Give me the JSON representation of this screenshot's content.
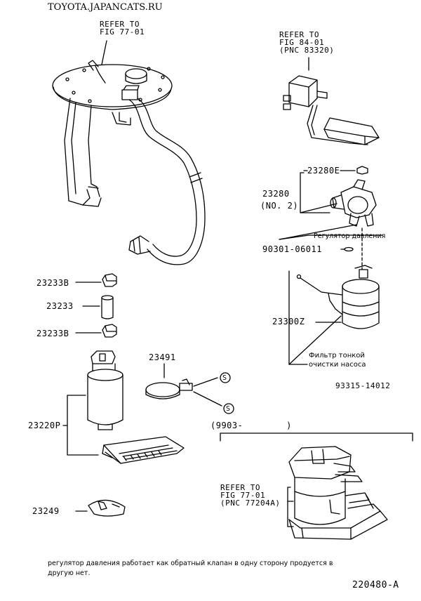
{
  "header": {
    "site": "TOYOTA.JAPANCATS.RU"
  },
  "refs": {
    "fig77_top": [
      "REFER TO",
      "FIG 77-01"
    ],
    "fig84": [
      "REFER TO",
      "FIG 84-01",
      "(PNC 83320)"
    ],
    "fig77_bottom": [
      "REFER TO",
      "FIG 77-01",
      "(PNC 77204A)"
    ]
  },
  "parts": {
    "p23280e": "23280E",
    "p23280": "23280",
    "p23280_no2": "(NO. 2)",
    "p90301": "90301-06011",
    "p23300z": "23300Z",
    "p23233b_top": "23233B",
    "p23233": "23233",
    "p23233b_bottom": "23233B",
    "p23491": "23491",
    "p23220p": "23220P",
    "p23249": "23249",
    "p93315": "93315-14012",
    "s_symbol": "S"
  },
  "notes": {
    "regulator": "Регулятор давления",
    "filter_line1": "Фильтр тонкой",
    "filter_line2": "очистки насоса",
    "production_range": "(9903-        )",
    "footer_line1": "регулятор давления работает как обратный клапан в одну сторону продуется в",
    "footer_line2": "другую нет."
  },
  "figure_id": "220480-A"
}
